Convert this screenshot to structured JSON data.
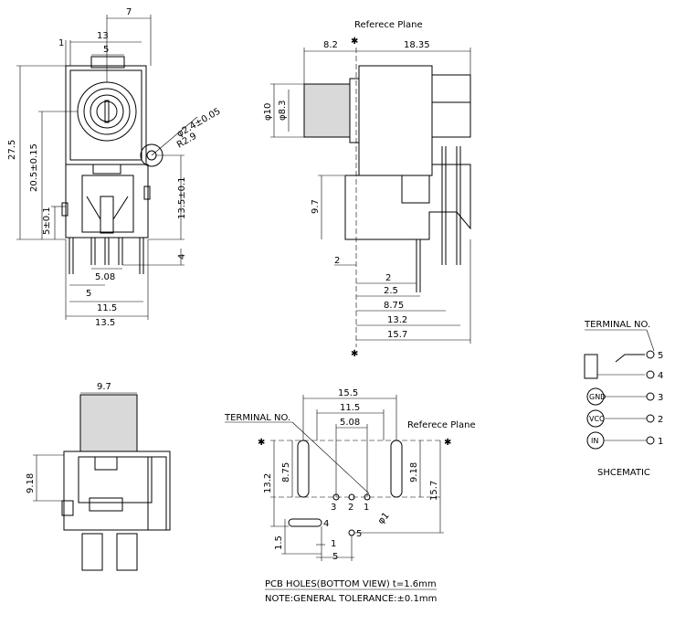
{
  "front_view": {
    "dims": {
      "d7": "7",
      "d13": "13",
      "d5": "5",
      "d1": "1",
      "d27_5": "27.5",
      "d20_5": "20.5±0.15",
      "d5pm": "5±0.1",
      "d13_5pm": "13.5±0.1",
      "d4": "4",
      "d5_08": "5.08",
      "d5b": "5",
      "d11_5": "11.5",
      "d13_5": "13.5",
      "phi24": "φ2.4±0.05",
      "r29": "R2.9"
    }
  },
  "side_view": {
    "plane_label": "Referece Plane",
    "dims": {
      "d8_2": "8.2",
      "d18_35": "18.35",
      "phi10": "φ10",
      "phi8_3": "φ8.3",
      "d9_7": "9.7",
      "d2a": "2",
      "d2b": "2",
      "d2_5": "2.5",
      "d8_75": "8.75",
      "d13_2": "13.2",
      "d15_7": "15.7"
    }
  },
  "bottom_left": {
    "dims": {
      "d9_7": "9.7",
      "d9_18": "9.18"
    }
  },
  "pcb_view": {
    "terminal_label": "TERMINAL NO.",
    "plane_label": "Referece Plane",
    "dims": {
      "d15_5": "15.5",
      "d11_5": "11.5",
      "d5_08": "5.08",
      "d8_75": "8.75",
      "d13_2": "13.2",
      "d9_18": "9.18",
      "d15_7": "15.7",
      "d1_5": "1.5",
      "d1": "1",
      "d5": "5",
      "phi1": "φ1"
    },
    "pins": [
      "3",
      "2",
      "1",
      "4",
      "5"
    ],
    "caption1": "PCB HOLES(BOTTOM VIEW) t=1.6mm",
    "caption2": "NOTE:GENERAL TOLERANCE:±0.1mm"
  },
  "schematic": {
    "title": "TERMINAL NO.",
    "pins": [
      {
        "num": "5",
        "label": ""
      },
      {
        "num": "4",
        "label": ""
      },
      {
        "num": "3",
        "label": "GND"
      },
      {
        "num": "2",
        "label": "VCC"
      },
      {
        "num": "1",
        "label": "IN"
      }
    ],
    "caption": "SHCEMATIC"
  }
}
